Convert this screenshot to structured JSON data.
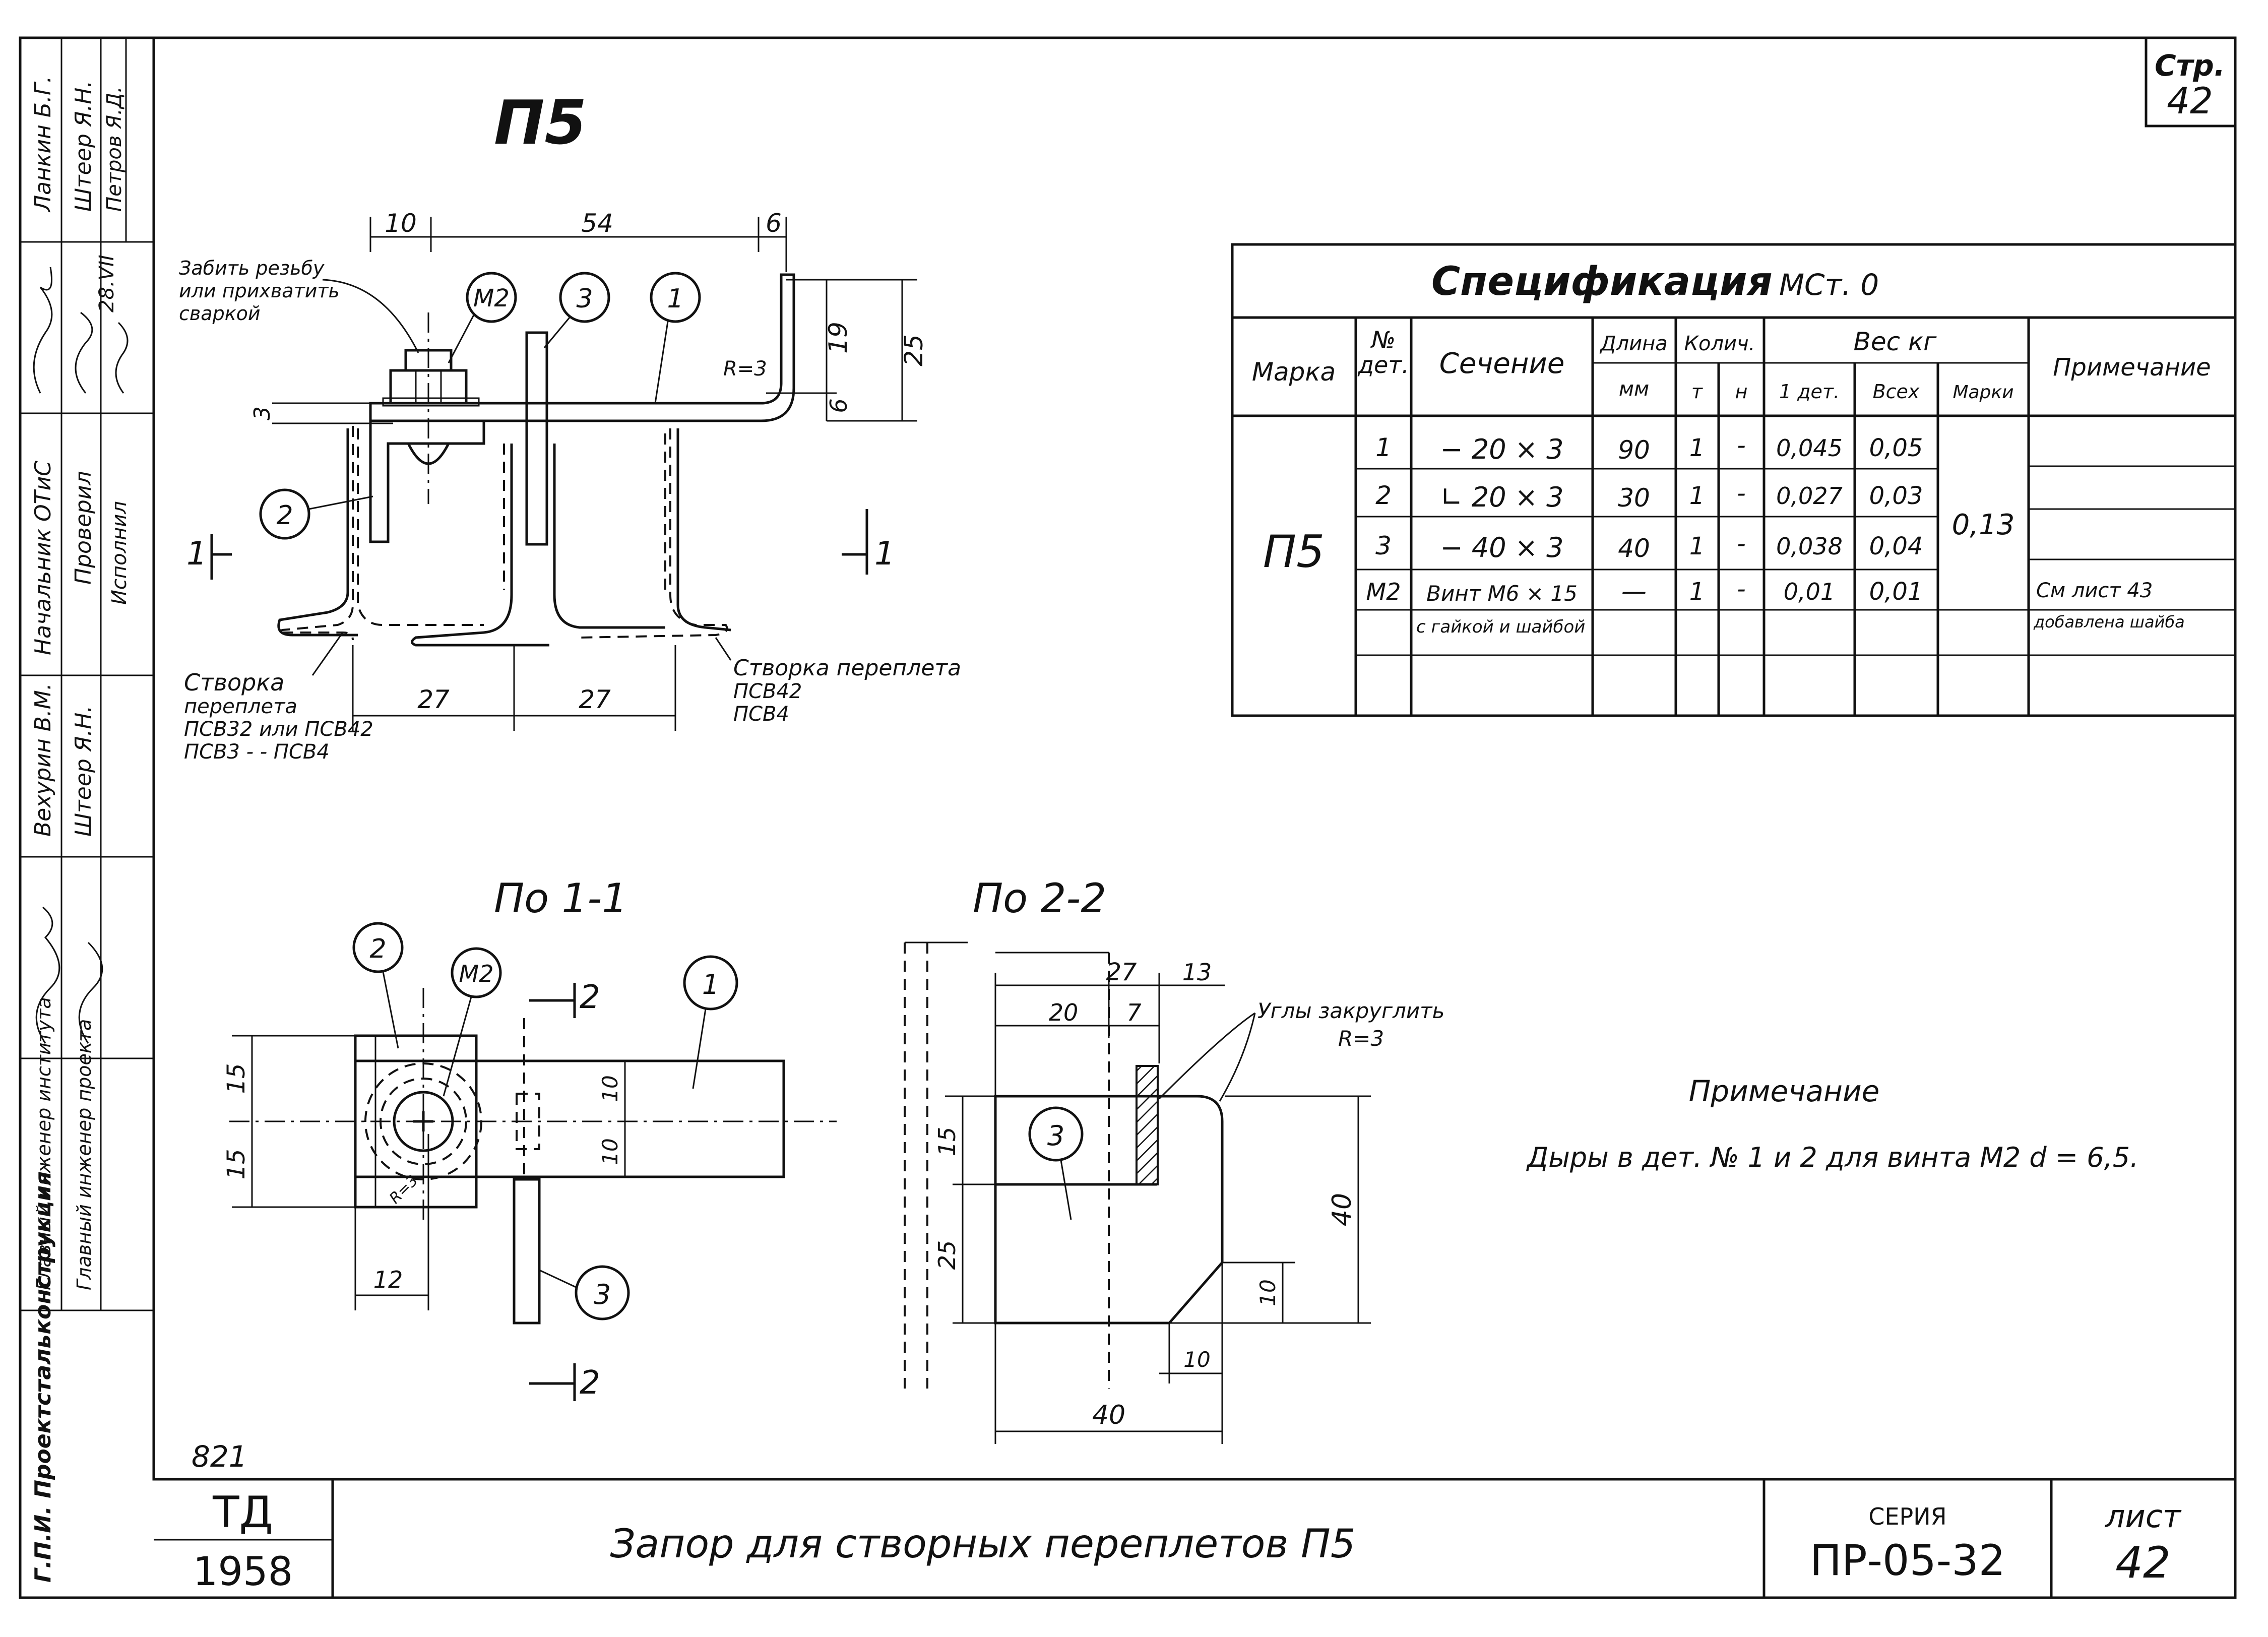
{
  "drawing_title": "П5",
  "sheet_page": {
    "label": "Стр.",
    "number": "42"
  },
  "sidebar": {
    "col1": [
      "Ланкин Б.Г.",
      "Начальник ОТиС",
      "Вехурин В.М.",
      "Главный инженер института",
      "Г.П.И. Проектстальконструкция"
    ],
    "col2": [
      "Штеер Я.Н.",
      "Проверил",
      "Штеер Я.Н.",
      "Главный инженер проекта"
    ],
    "col3": [
      "Петров Я.Д.",
      "Исполнил"
    ],
    "date": "28.VII"
  },
  "main_view": {
    "callouts": [
      "М2",
      "3",
      "1",
      "2"
    ],
    "note_weld": [
      "Забить резьбу",
      "или прихватить",
      "сваркой"
    ],
    "dims": [
      "10",
      "54",
      "6",
      "19",
      "25",
      "3",
      "6",
      "27",
      "27"
    ],
    "radius_label": "R=3",
    "section_marks": [
      "1",
      "1"
    ],
    "left_label": [
      "Створка",
      "переплета",
      "ПСВ32 или ПСВ42",
      "ПСВ3 - - ПСВ4"
    ],
    "right_label": [
      "Створка переплета",
      "ПСВ42",
      "ПСВ4"
    ]
  },
  "section_1_1": {
    "title": "По 1-1",
    "callouts": [
      "2",
      "М2",
      "1",
      "3"
    ],
    "dims": [
      "15",
      "15",
      "10",
      "10",
      "12"
    ],
    "radius_label": "R=3",
    "section_marks": [
      "2",
      "2"
    ]
  },
  "section_2_2": {
    "title": "По 2-2",
    "callouts": [
      "3"
    ],
    "dims": [
      "27",
      "13",
      "20",
      "7",
      "15",
      "25",
      "40",
      "10",
      "10",
      "40"
    ],
    "corner_note": [
      "Углы закруглить",
      "R=3"
    ]
  },
  "spec": {
    "title": "Спецификация",
    "material": "МСт. 0",
    "headers": {
      "mark": "Марка",
      "det_no": [
        "№",
        "дет."
      ],
      "section": "Сечение",
      "length": "Длина",
      "length_unit": "мм",
      "qty": "Колич.",
      "qty_t": "т",
      "qty_n": "н",
      "weight": "Вес кг",
      "w_one": "1 дет.",
      "w_all": "Всех",
      "w_mark": "Марки",
      "note": "Примечание"
    },
    "mark_value": "П5",
    "mark_weight": "0,13",
    "rows": [
      {
        "no": "1",
        "section": "− 20 × 3",
        "length": "90",
        "t": "1",
        "n": "-",
        "one": "0,045",
        "all": "0,05",
        "note": ""
      },
      {
        "no": "2",
        "section": "∟ 20 × 3",
        "length": "30",
        "t": "1",
        "n": "-",
        "one": "0,027",
        "all": "0,03",
        "note": ""
      },
      {
        "no": "3",
        "section": "− 40 × 3",
        "length": "40",
        "t": "1",
        "n": "-",
        "one": "0,038",
        "all": "0,04",
        "note": ""
      },
      {
        "no": "М2",
        "section": "Винт М6 × 15",
        "length": "—",
        "t": "1",
        "n": "-",
        "one": "0,01",
        "all": "0,01",
        "note": "См лист 43"
      },
      {
        "no": "",
        "section": "с гайкой и шайбой",
        "length": "",
        "t": "",
        "n": "",
        "one": "",
        "all": "",
        "note": "добавлена шайба"
      }
    ]
  },
  "notes": {
    "title": "Примечание",
    "text": "Дыры в дет. № 1 и 2 для винта М2  d = 6,5."
  },
  "title_block": {
    "archive_no": "821",
    "logo": "ТД",
    "year": "1958",
    "name": "Запор для створных переплетов П5",
    "series_label": "СЕРИЯ",
    "series": "ПР-05-32",
    "sheet_label": "лист",
    "sheet_no": "42"
  }
}
